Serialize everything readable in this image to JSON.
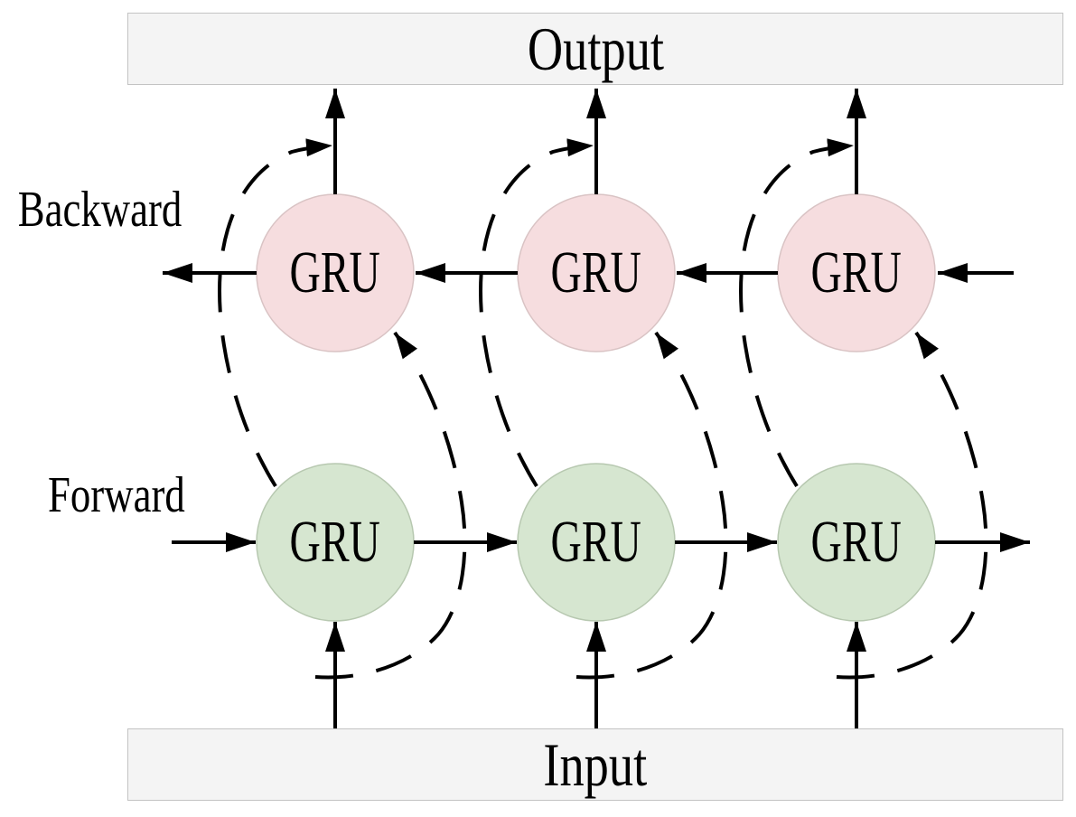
{
  "diagram": {
    "output_bar_label": "Output",
    "input_bar_label": "Input",
    "backward_row_label": "Backward",
    "forward_row_label": "Forward",
    "backward_nodes": [
      "GRU",
      "GRU",
      "GRU"
    ],
    "forward_nodes": [
      "GRU",
      "GRU",
      "GRU"
    ],
    "colors": {
      "backward_node_fill": "#f6dddf",
      "backward_node_stroke": "#d9c3c4",
      "forward_node_fill": "#d6e6d0",
      "forward_node_stroke": "#b7c8b0",
      "bar_fill": "#f4f4f4",
      "bar_stroke": "#c3c3c3",
      "line_color": "#000000"
    }
  }
}
